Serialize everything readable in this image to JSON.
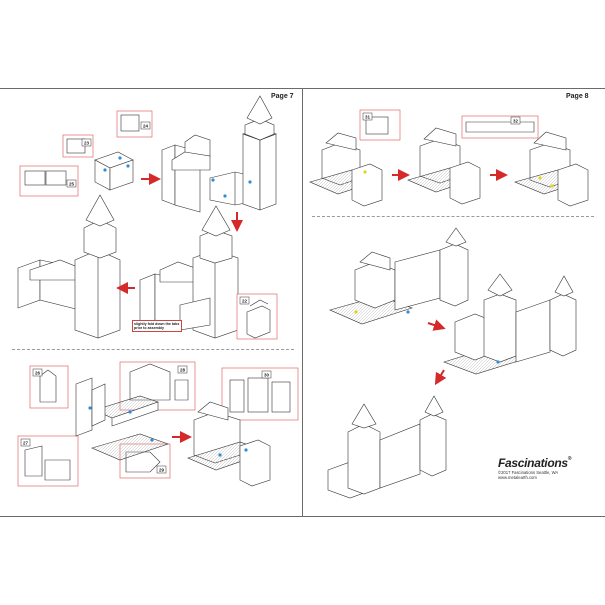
{
  "pages": {
    "left_label": "Page 7",
    "right_label": "Page 8"
  },
  "callout": {
    "text": "slightly fold down the tabs prior to assembly"
  },
  "part_numbers": {
    "p23": "23",
    "p24": "24",
    "p25": "25",
    "p22": "22",
    "p26": "26",
    "p27": "27",
    "p28": "28",
    "p29": "29",
    "p30": "30",
    "p31": "31",
    "p32": "32"
  },
  "brand": {
    "name": "Fascinations",
    "registered": "®",
    "copyright": "©2017 Fascinations Seattle, WA",
    "website": "www.metalearth.com"
  },
  "colors": {
    "arrow": "#d42a2a",
    "callout_border": "#d9534f",
    "tab_blue": "#2f8fd6",
    "tab_yellow": "#e8d21a",
    "line": "#333333"
  }
}
